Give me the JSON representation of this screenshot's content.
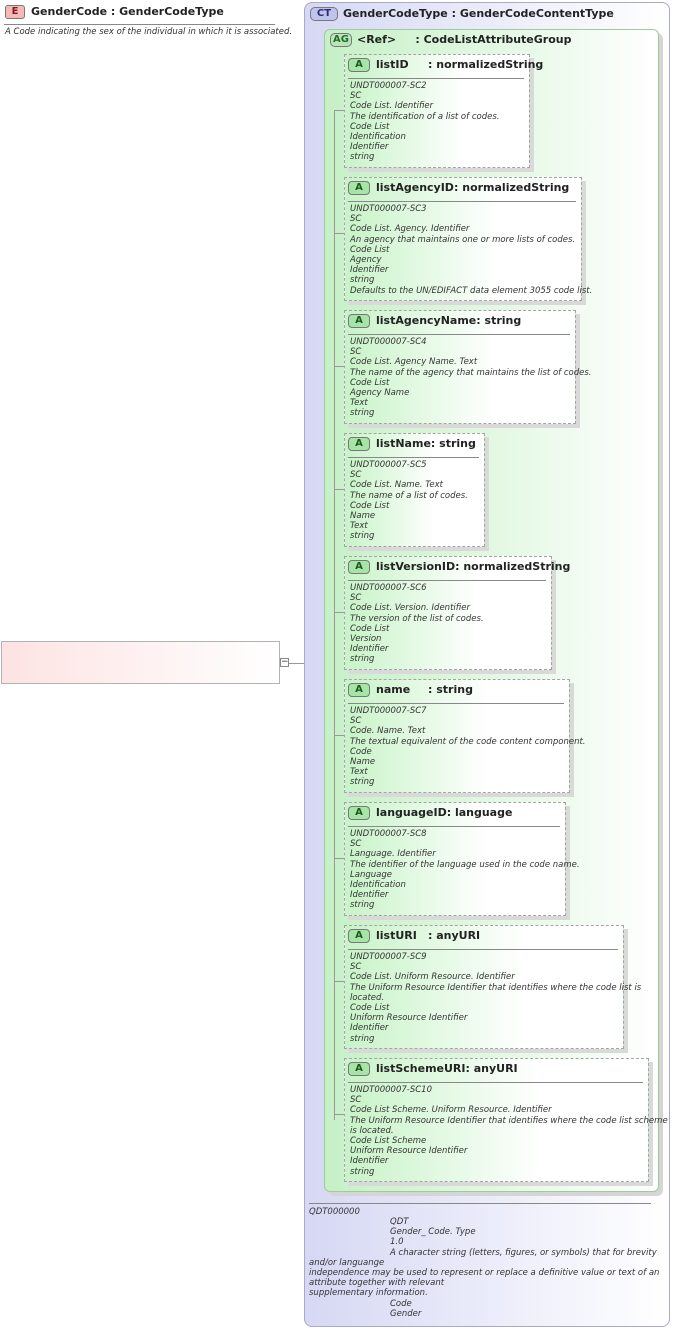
{
  "element": {
    "badge": "E",
    "name": "GenderCode",
    "type": "GenderCodeType",
    "documentation": "A Code indicating the sex of the individual in which it is associated."
  },
  "complex_type": {
    "badge": "CT",
    "name": "GenderCodeType",
    "base": "GenderCodeContentType"
  },
  "attribute_group": {
    "badge": "AG",
    "ref": "<Ref>",
    "name": "CodeListAttributeGroup"
  },
  "attributes": [
    {
      "badge": "A",
      "name": "listID",
      "type": "normalizedString",
      "doc": [
        "UNDT000007-SC2",
        "SC",
        "Code List. Identifier",
        "The identification of a list of codes.",
        "Code List",
        "Identification",
        "Identifier",
        "string"
      ]
    },
    {
      "badge": "A",
      "name": "listAgencyID",
      "type": "normalizedString",
      "doc": [
        "UNDT000007-SC3",
        "SC",
        "Code List. Agency. Identifier",
        "An agency that maintains one or more lists of codes.",
        "Code List",
        "Agency",
        "Identifier",
        "string",
        "Defaults to the UN/EDIFACT data element 3055 code list."
      ]
    },
    {
      "badge": "A",
      "name": "listAgencyName",
      "type": "string",
      "doc": [
        "UNDT000007-SC4",
        "SC",
        "Code List. Agency Name. Text",
        "The name of the agency that maintains the list of codes.",
        "Code List",
        "Agency Name",
        "Text",
        "string"
      ]
    },
    {
      "badge": "A",
      "name": "listName",
      "type": "string",
      "doc": [
        "UNDT000007-SC5",
        "SC",
        "Code List. Name. Text",
        "The name of a list of codes.",
        "Code List",
        "Name",
        "Text",
        "string"
      ]
    },
    {
      "badge": "A",
      "name": "listVersionID",
      "type": "normalizedString",
      "doc": [
        "UNDT000007-SC6",
        "SC",
        "Code List. Version. Identifier",
        "The version of the list of codes.",
        "Code List",
        "Version",
        "Identifier",
        "string"
      ]
    },
    {
      "badge": "A",
      "name": "name",
      "type": "string",
      "doc": [
        "UNDT000007-SC7",
        "SC",
        "Code. Name. Text",
        "The textual equivalent of the code content component.",
        "Code",
        "Name",
        "Text",
        "string"
      ]
    },
    {
      "badge": "A",
      "name": "languageID",
      "type": "language",
      "doc": [
        "UNDT000007-SC8",
        "SC",
        "Language. Identifier",
        "The identifier of the language used in the code name.",
        "Language",
        "Identification",
        "Identifier",
        "string"
      ]
    },
    {
      "badge": "A",
      "name": "listURI",
      "type": "anyURI",
      "doc": [
        "UNDT000007-SC9",
        "SC",
        "Code List. Uniform Resource. Identifier",
        "The Uniform Resource Identifier that identifies where the code list is",
        "located.",
        "Code List",
        "Uniform Resource Identifier",
        "Identifier",
        "string"
      ]
    },
    {
      "badge": "A",
      "name": "listSchemeURI",
      "type": "anyURI",
      "doc": [
        "UNDT000007-SC10",
        "SC",
        "Code List Scheme. Uniform Resource. Identifier",
        "The Uniform Resource Identifier that identifies where the code list scheme",
        "is located.",
        "Code List Scheme",
        "Uniform Resource Identifier",
        "Identifier",
        "string"
      ]
    }
  ],
  "ct_documentation": {
    "id": "QDT000000",
    "lines": [
      {
        "text": "QDT",
        "indent": true
      },
      {
        "text": "Gender_ Code. Type",
        "indent": true
      },
      {
        "text": "1.0",
        "indent": true
      },
      {
        "text": "A character string (letters, figures, or symbols) that for brevity",
        "indent": true
      },
      {
        "text": "and/or languange",
        "indent": false
      },
      {
        "text": "independence may be used to represent or replace a definitive value or text of an",
        "indent": false
      },
      {
        "text": "attribute together with relevant",
        "indent": false
      },
      {
        "text": "supplementary information.",
        "indent": false
      },
      {
        "text": "Code",
        "indent": true
      },
      {
        "text": "Gender",
        "indent": true
      }
    ]
  },
  "colon": ":"
}
